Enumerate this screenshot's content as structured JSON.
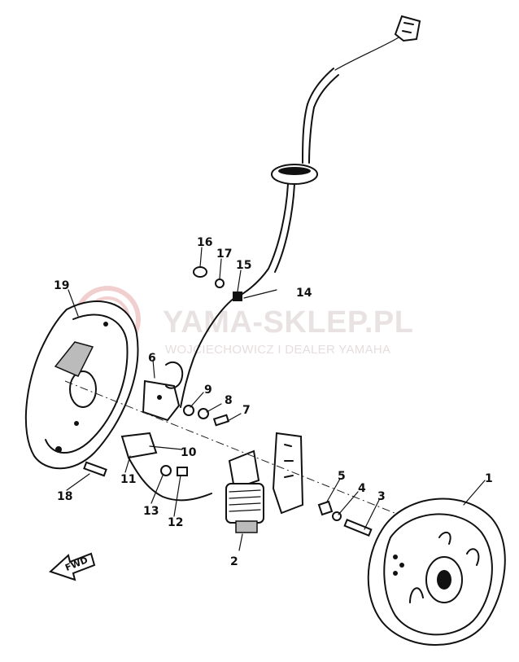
{
  "watermark": {
    "title": "YAMA-SKLEP.PL",
    "subtitle": "WOJCIECHOWICZ I DEALER YAMAHA",
    "logo_color": "#e8a8a8"
  },
  "fwd_label": "FWD",
  "callouts": [
    {
      "number": "1",
      "part": "rotor-flywheel"
    },
    {
      "number": "2",
      "part": "source-coil"
    },
    {
      "number": "3",
      "part": "screw"
    },
    {
      "number": "4",
      "part": "washer"
    },
    {
      "number": "5",
      "part": "plate"
    },
    {
      "number": "6",
      "part": "contact-breaker"
    },
    {
      "number": "7",
      "part": "screw"
    },
    {
      "number": "8",
      "part": "washer"
    },
    {
      "number": "9",
      "part": "washer"
    },
    {
      "number": "10",
      "part": "condenser"
    },
    {
      "number": "11",
      "part": "lighting-coil"
    },
    {
      "number": "12",
      "part": "screw"
    },
    {
      "number": "13",
      "part": "washer"
    },
    {
      "number": "14",
      "part": "lead-wire"
    },
    {
      "number": "15",
      "part": "clamp"
    },
    {
      "number": "16",
      "part": "screw"
    },
    {
      "number": "17",
      "part": "washer"
    },
    {
      "number": "18",
      "part": "screw"
    },
    {
      "number": "19",
      "part": "stator-base-plate"
    }
  ]
}
